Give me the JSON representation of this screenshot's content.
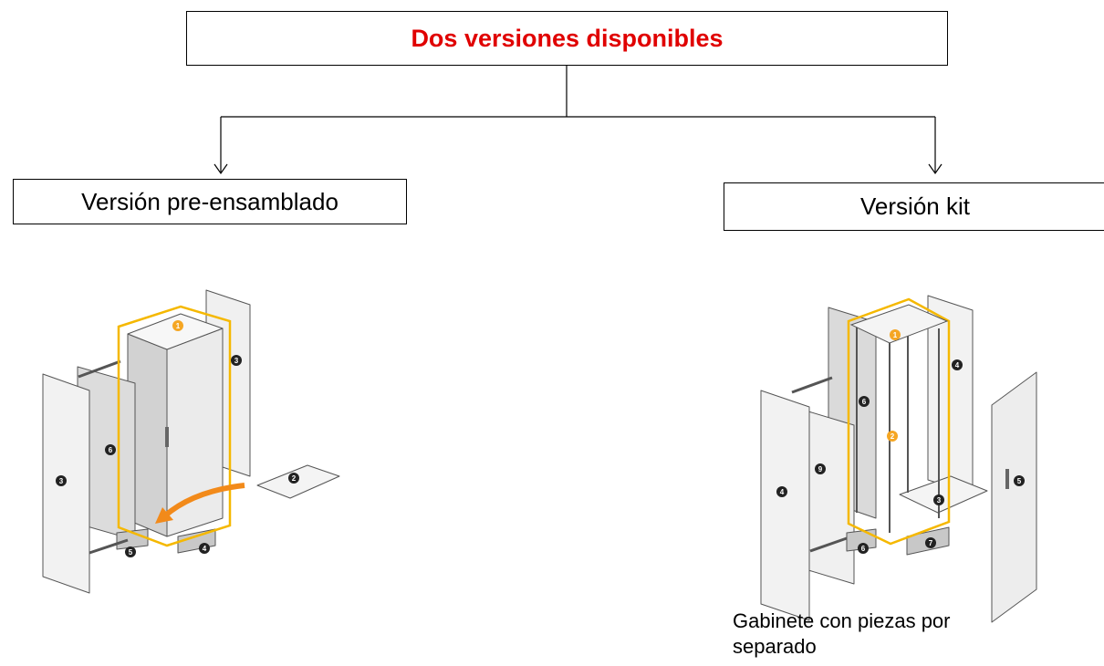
{
  "diagram": {
    "title": "Dos versiones disponibles",
    "left_option": "Versión pre-ensamblado",
    "right_option": "Versión kit",
    "right_caption": "Gabinete con piezas por separado"
  },
  "colors": {
    "title_text": "#e00000",
    "frame_highlight": "#f5b800",
    "arrow_orange": "#f28a1a",
    "badge_orange": "#f5a623",
    "badge_dark": "#222222"
  },
  "illustrations": {
    "pre_assembled": {
      "part_numbers": [
        "1",
        "2",
        "3",
        "3",
        "4",
        "5",
        "6"
      ]
    },
    "kit": {
      "part_numbers": [
        "1",
        "2",
        "3",
        "4",
        "4",
        "5",
        "6",
        "6",
        "7",
        "9"
      ]
    }
  }
}
